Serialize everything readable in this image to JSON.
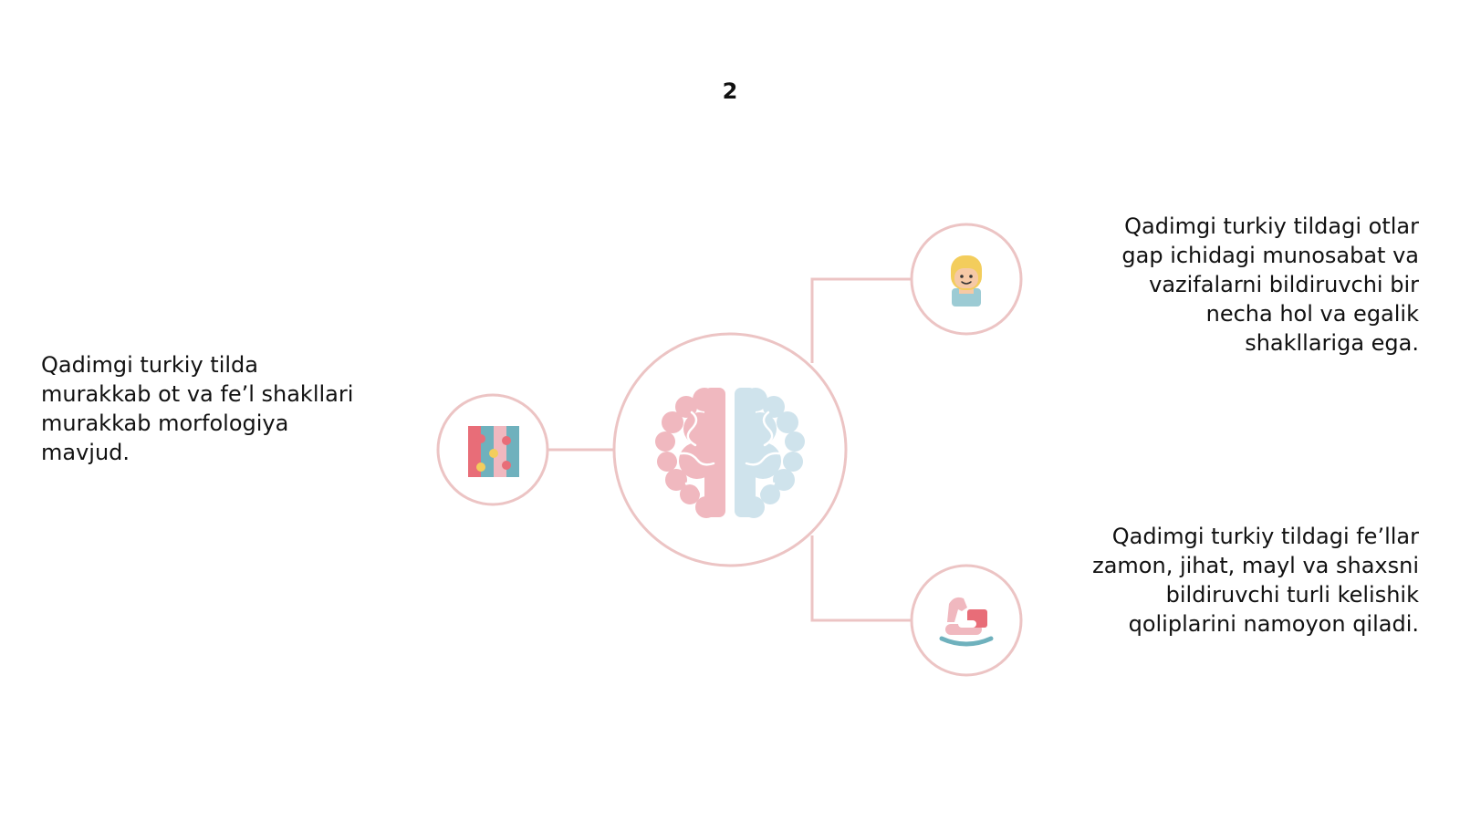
{
  "slide": {
    "page_number": "2",
    "items": {
      "left": "Qadimgi turkiy tilda\nmurakkab ot va fe’l shakllari\nmurakkab morfologiya\nmavjud.",
      "top_right": "Qadimgi turkiy tildagi otlar\ngap ichidagi munosabat va\nvazifalarni bildiruvchi bir\nnecha hol va egalik\nshakllariga ega.",
      "bottom_right": "Qadimgi turkiy tildagi fe’llar\nzamon, jihat, mayl va shaxsni\nbildiruvchi turli kelishik\nqoliplarini namoyon qiladi."
    }
  },
  "icons": {
    "center": "brain-icon",
    "left": "puzzle-icon",
    "top_right": "child-face-icon",
    "bottom_right": "rocking-horse-icon"
  },
  "colors": {
    "connector": "#ecc4c4",
    "brain_left": "#f0b8bf",
    "brain_right": "#cfe3ec",
    "accent_red": "#e86d78",
    "accent_teal": "#6fb1bd",
    "hair_yellow": "#f3cd5c"
  }
}
